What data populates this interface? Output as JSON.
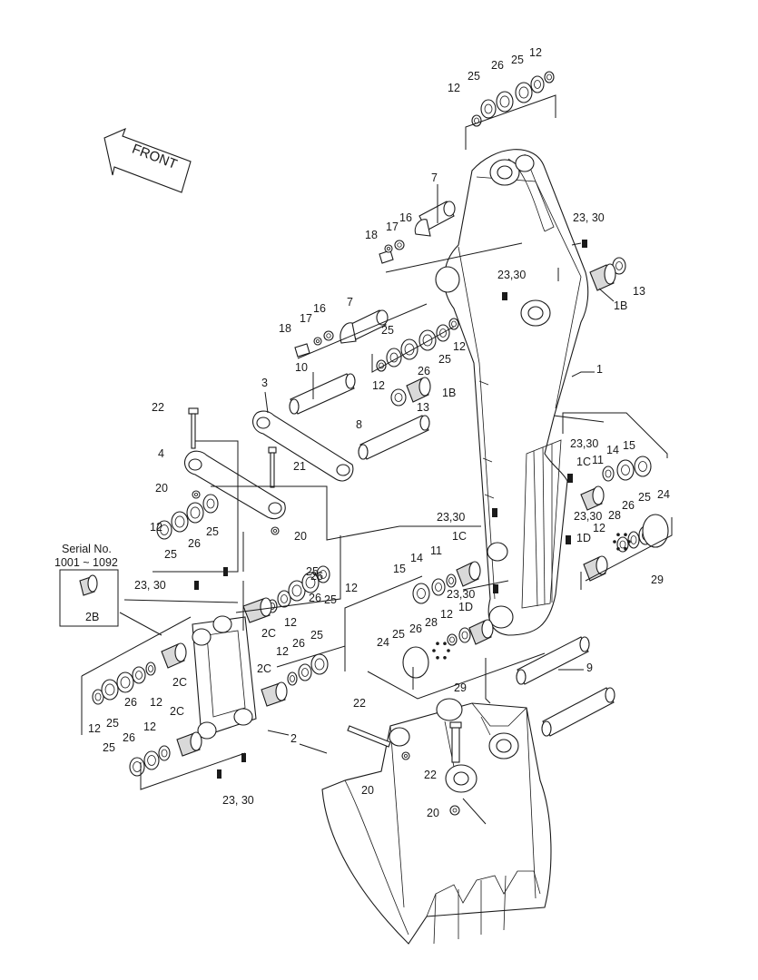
{
  "front_label": "FRONT",
  "serial_box": {
    "title_line1": "Serial No.",
    "title_line2": "1001 ~ 1092",
    "part": "2B"
  },
  "colors": {
    "ink": "#1a1a1a",
    "paper": "#ffffff",
    "shade": "#d9d9d9"
  },
  "labels": {
    "l1": "1",
    "l1b_a": "1B",
    "l1b_b": "1B",
    "l1c_a": "1C",
    "l1c_b": "1C",
    "l1d_a": "1D",
    "l1d_b": "1D",
    "l2": "2",
    "l2c_a": "2C",
    "l2c_b": "2C",
    "l2c_c": "2C",
    "l2c_d": "2C",
    "l3": "3",
    "l4": "4",
    "l7_a": "7",
    "l7_b": "7",
    "l8": "8",
    "l9": "9",
    "l10": "10",
    "l11_a": "11",
    "l11_b": "11",
    "l12_a": "12",
    "l12_b": "12",
    "l12_c": "12",
    "l12_d": "12",
    "l12_e": "12",
    "l12_f": "12",
    "l12_g": "12",
    "l12_h": "12",
    "l12_i": "12",
    "l12_j": "12",
    "l12_k": "12",
    "l12_l": "12",
    "l12_m": "12",
    "l13_a": "13",
    "l13_b": "13",
    "l14_a": "14",
    "l14_b": "14",
    "l15_a": "15",
    "l15_b": "15",
    "l16_a": "16",
    "l16_b": "16",
    "l17_a": "17",
    "l17_b": "17",
    "l18_a": "18",
    "l18_b": "18",
    "l20_a": "20",
    "l20_b": "20",
    "l20_c": "20",
    "l20_d": "20",
    "l21": "21",
    "l22_a": "22",
    "l22_b": "22",
    "l22_c": "22",
    "l2330_a": "23, 30",
    "l2330_b": "23,30",
    "l2330_c": "23,30",
    "l2330_d": "23,30",
    "l2330_e": "23,30",
    "l2330_f": "23,30",
    "l2330_g": "23, 30",
    "l2330_h": "23, 30",
    "l24_a": "24",
    "l24_b": "24",
    "l25_a": "25",
    "l25_b": "25",
    "l25_c": "25",
    "l25_d": "25",
    "l25_e": "25",
    "l25_f": "25",
    "l25_g": "25",
    "l25_h": "25",
    "l25_i": "25",
    "l25_j": "25",
    "l25_k": "25",
    "l25_l": "25",
    "l25_m": "25",
    "l26_a": "26",
    "l26_b": "26",
    "l26_c": "26",
    "l26_d": "26",
    "l26_e": "26",
    "l26_f": "26",
    "l26_g": "26",
    "l26_h": "26",
    "l26_i": "26",
    "l26_j": "26",
    "l28_a": "28",
    "l28_b": "28",
    "l29_a": "29",
    "l29_b": "29"
  }
}
